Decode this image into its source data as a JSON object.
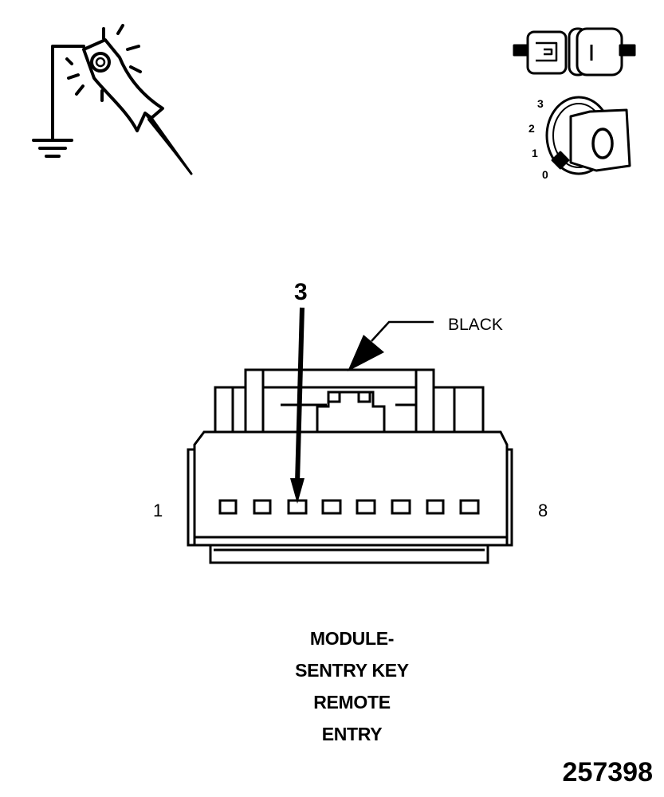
{
  "diagram": {
    "callout_pin": "3",
    "wire_color_label": "BLACK",
    "pin_first": "1",
    "pin_last": "8",
    "ignition_positions": [
      "3",
      "2",
      "1",
      "0"
    ],
    "ignition_key_position": "0",
    "connector_title": [
      "MODULE-",
      "SENTRY KEY",
      "REMOTE",
      "ENTRY"
    ],
    "figure_number": "257398",
    "icons": [
      "test-light-grounded-icon",
      "connector-disconnected-icon",
      "ignition-switch-icon"
    ]
  }
}
